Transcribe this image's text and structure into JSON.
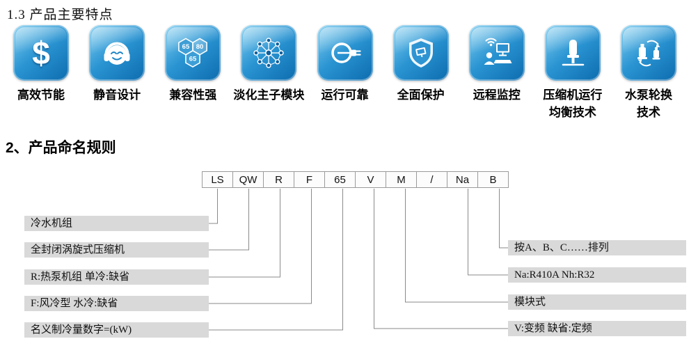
{
  "doc": {
    "section1_title": "1.3 产品主要特点",
    "section2_title": "2、产品命名规则"
  },
  "features": [
    {
      "label": "高效节能",
      "glyph": "$"
    },
    {
      "label": "静音设计"
    },
    {
      "label": "兼容性强",
      "hex_top_left": "65",
      "hex_top_right": "80",
      "hex_bottom": "65"
    },
    {
      "label": "淡化主子模块"
    },
    {
      "label": "运行可靠"
    },
    {
      "label": "全面保护"
    },
    {
      "label": "远程监控"
    },
    {
      "label": "压缩机运行",
      "label2": "均衡技术"
    },
    {
      "label": "水泵轮换",
      "label2": "技术"
    }
  ],
  "naming": {
    "codes": [
      "LS",
      "QW",
      "R",
      "F",
      "65",
      "V",
      "M",
      "/",
      "Na",
      "B"
    ],
    "left_labels": [
      "冷水机组",
      "全封闭涡旋式压缩机",
      "R:热泵机组 单冷:缺省",
      "F:风冷型 水冷:缺省",
      "名义制冷量数字=(kW)"
    ],
    "right_labels": [
      "按A、B、C……排列",
      "Na:R410A Nh:R32",
      "模块式",
      "V:变频 缺省:定频"
    ]
  },
  "colors": {
    "tile_blue": "#2a94d2",
    "tile_blue_dark": "#0d6cae",
    "label_box_gray": "#d9d9d9",
    "connector_gray": "#8a8a8a"
  }
}
